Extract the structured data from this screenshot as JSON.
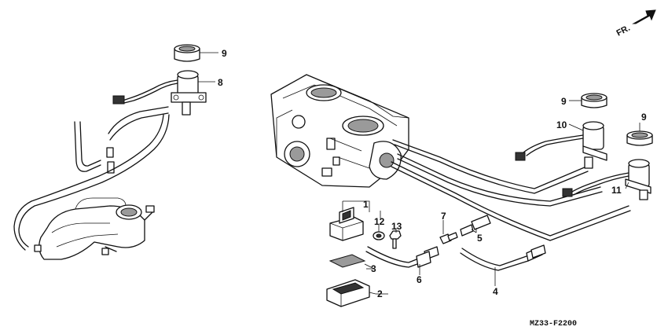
{
  "callouts": {
    "c1": "1",
    "c2": "2",
    "c3": "3",
    "c4": "4",
    "c5": "5",
    "c6": "6",
    "c7": "7",
    "c8": "8",
    "c9a": "9",
    "c9b": "9",
    "c9c": "9",
    "c10": "10",
    "c11": "11",
    "c12": "12",
    "c13": "13"
  },
  "orientation": {
    "label": "FR."
  },
  "diagram_code": "MZ33-F2200"
}
